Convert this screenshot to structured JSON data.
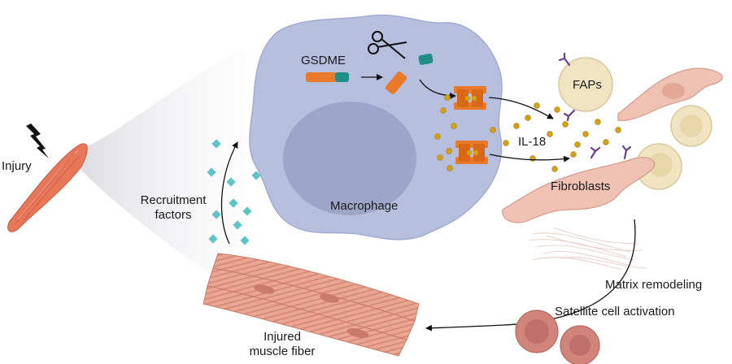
{
  "labels": {
    "injury": "Injury",
    "gsdme": "GSDME",
    "macrophage": "Macrophage",
    "il18": "IL-18",
    "faps": "FAPs",
    "fibroblasts": "Fibroblasts",
    "recruitment_line1": "Recruitment",
    "recruitment_line2": "factors",
    "matrix_remodeling": "Matrix remodeling",
    "satellite_activation": "Satellite cell activation",
    "injured_line1": "Injured",
    "injured_line2": "muscle fiber"
  },
  "colors": {
    "macrophage": "#b7bfdf",
    "nucleus": "#9da6c9",
    "gsdme_orange": "#e87a2a",
    "gsdme_teal": "#1f8f88",
    "il18": "#d4a017",
    "factors": "#5fc3c9",
    "fap_cell": "#f1e4c0",
    "fibroblast": "#efc2b4",
    "muscle": "#e7a390",
    "satellite": "#d0847a",
    "receptor": "#6b3f8a"
  },
  "icons": [
    "lightning-icon",
    "scissors-icon"
  ]
}
